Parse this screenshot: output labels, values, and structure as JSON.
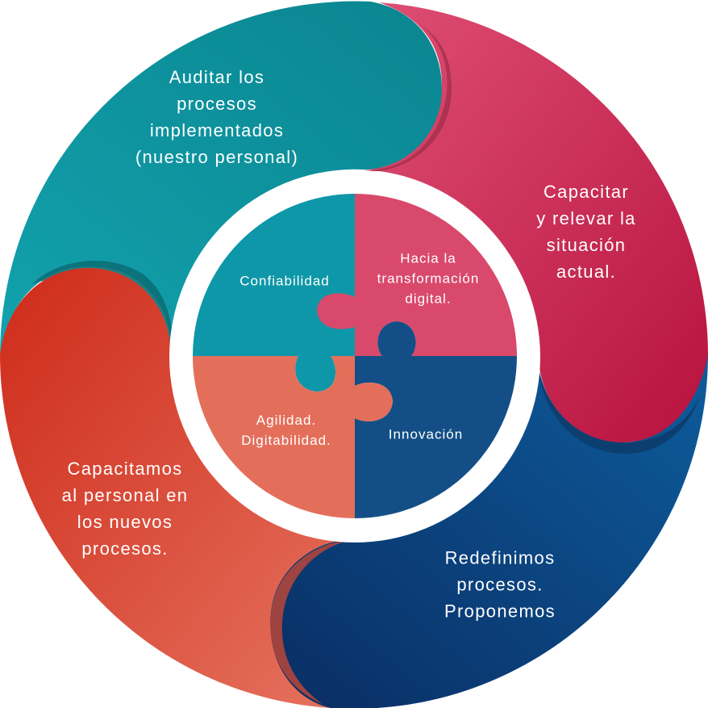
{
  "outer_segments": {
    "audit": {
      "text": "Auditar los\nprocesos\nimplementados\n(nuestro personal)",
      "color": "#0e9aa7"
    },
    "train": {
      "text": "Capacitar\ny relevar la\nsituación\nactual.",
      "color": "#d8426a"
    },
    "redefine": {
      "text": "Redefinimos\nprocesos.\nProponemos",
      "color": "#0f4d8a"
    },
    "teach": {
      "text": "Capacitamos\nal personal en\nlos nuevos\nprocesos.",
      "color": "#e0604a"
    }
  },
  "puzzle": {
    "top_left": {
      "text": "Confiabilidad",
      "color": "#0e97a8"
    },
    "top_right": {
      "text": "Hacia la\ntransformación\ndigital.",
      "color": "#d9496c"
    },
    "bottom_right": {
      "text": "Innovación",
      "color": "#134f86"
    },
    "bottom_left": {
      "text": "Agilidad.\nDigitabilidad.",
      "color": "#e36f5b"
    }
  }
}
